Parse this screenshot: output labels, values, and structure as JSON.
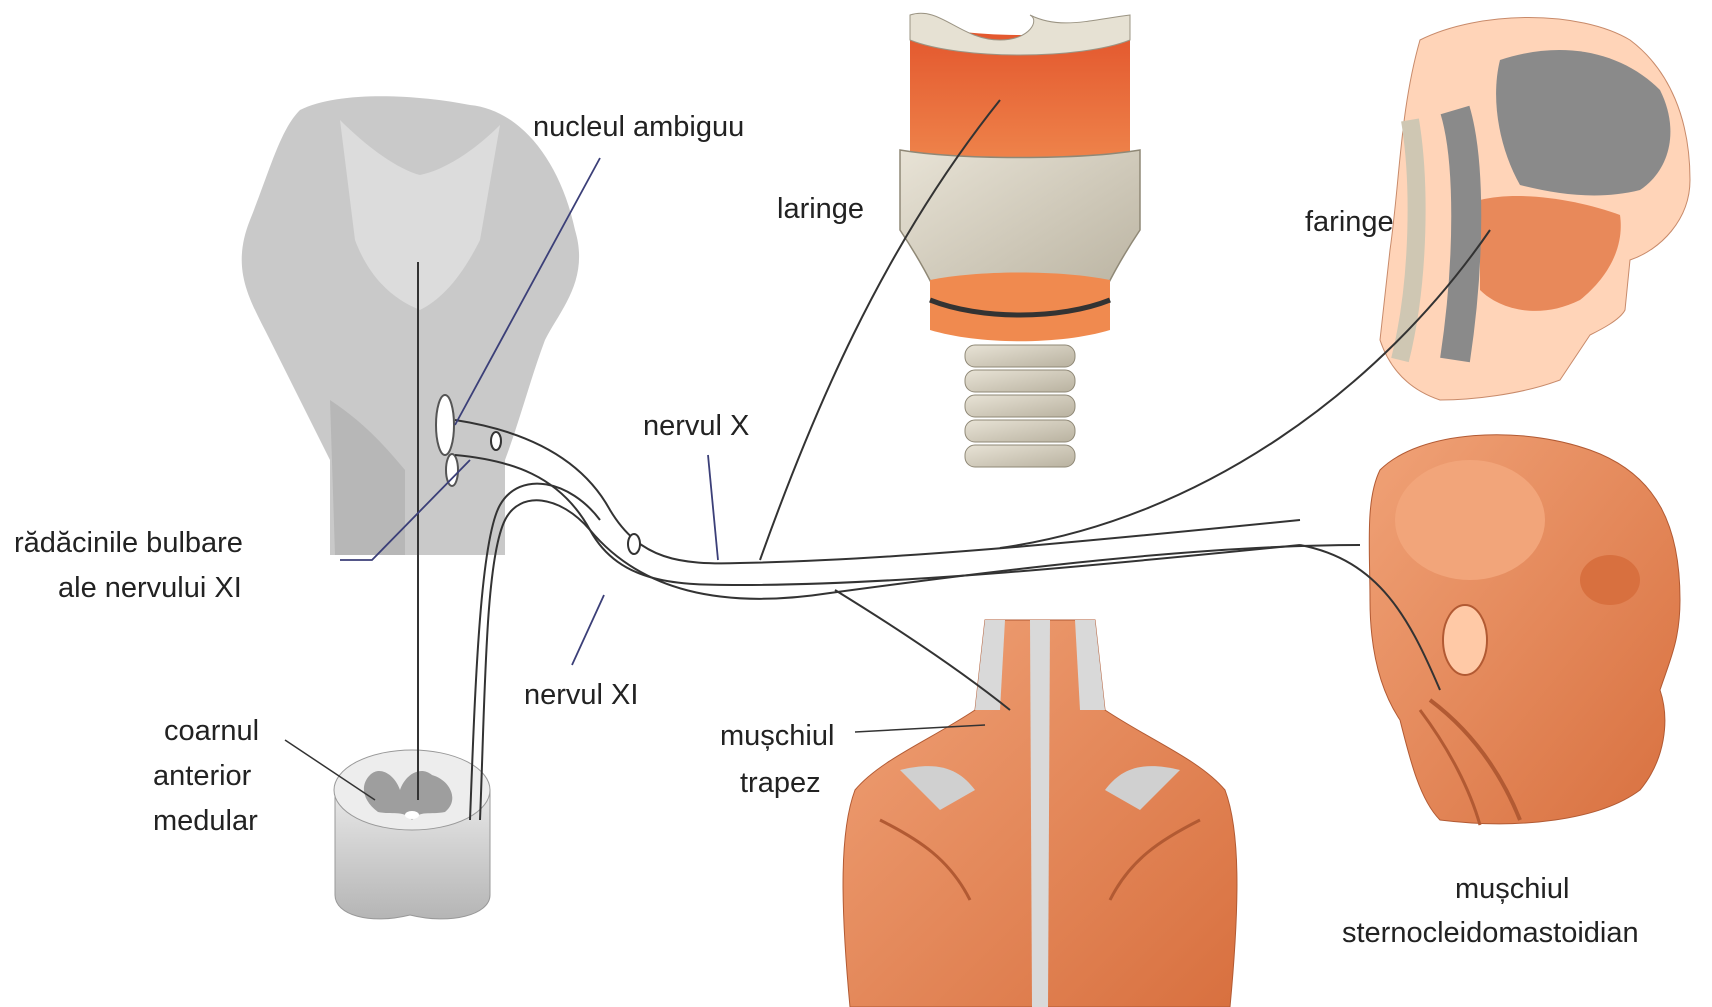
{
  "labels": {
    "nucleul_ambiguu": "nucleul ambiguu",
    "laringe": "laringe",
    "faringe": "faringe",
    "nervul_x": "nervul X",
    "radacinile_line1": "rădăcinile bulbare",
    "radacinile_line2": "ale nervului XI",
    "nervul_xi": "nervul XI",
    "coarnul_line1": "coarnul",
    "coarnul_line2": "anterior",
    "coarnul_line3": "medular",
    "muschiul_trapez_line1": "mușchiul",
    "muschiul_trapez_line2": "trapez",
    "muschiul_scm_line1": "mușchiul",
    "muschiul_scm_line2": "sternocleidomastoidian"
  },
  "colors": {
    "brainstem": "#c9c9c9",
    "brainstem_light": "#dcdcdc",
    "muscle": "#e8895a",
    "muscle_dark": "#c8613a",
    "cartilage": "#d8d2c2",
    "leader_dark": "#222222",
    "leader_blue": "#3b3f78"
  }
}
